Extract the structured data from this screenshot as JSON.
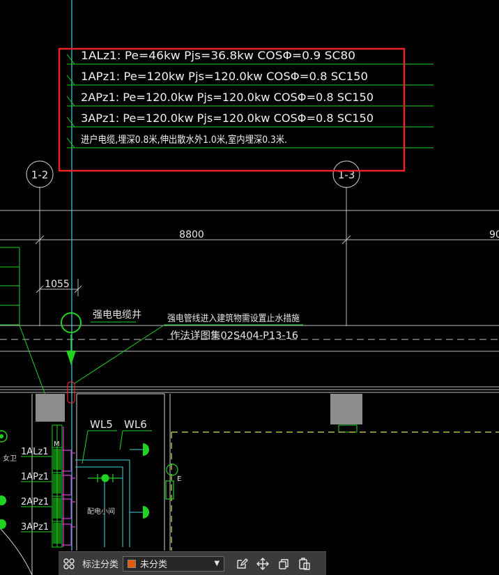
{
  "annotations": {
    "line1": "1ALz1: Pe=46kw   Pjs=36.8kw   COSΦ=0.9   SC80",
    "line2": "1APz1: Pe=120kw   Pjs=120.0kw   COSΦ=0.8   SC150",
    "line3": "2APz1: Pe=120.0kw   Pjs=120.0kw   COSΦ=0.8  SC150",
    "line4": "3APz1: Pe=120.0kw   Pjs=120.0kw   COSΦ=0.8  SC150",
    "line5": "进户电缆,埋深0.8米,伸出散水外1.0米,室内埋深0.3米."
  },
  "grid": {
    "axis_left": "1-2",
    "axis_right": "1-3",
    "dim_span": "8800",
    "dim_next_partial": "90",
    "dim_offset": "1055"
  },
  "labels": {
    "cable_well": "强电电缆井",
    "note1": "强电管线进入建筑物需设置止水措施",
    "note2": "作法详图集02S404-P13-16",
    "wl5": "WL5",
    "wl6": "WL6",
    "panel1": "1ALz1",
    "panel2": "1APz1",
    "panel3": "2APz1",
    "panel4": "3APz1",
    "room": "配电小间",
    "side_room": "女卫",
    "mark_m": "M",
    "mark_e": "E"
  },
  "colors": {
    "background": "#000000",
    "highlight_box": "#e8232a",
    "leader": "#21d321",
    "axis_line": "#3fd4e4",
    "wiring": "#d23ad2",
    "dashed": "#dede4e"
  },
  "toolbar": {
    "category_label": "标注分类",
    "category_value": "未分类",
    "category_color": "#e05a10",
    "icons": [
      "grid-icon",
      "edit-icon",
      "move-icon",
      "copy-icon",
      "paste-icon"
    ]
  }
}
